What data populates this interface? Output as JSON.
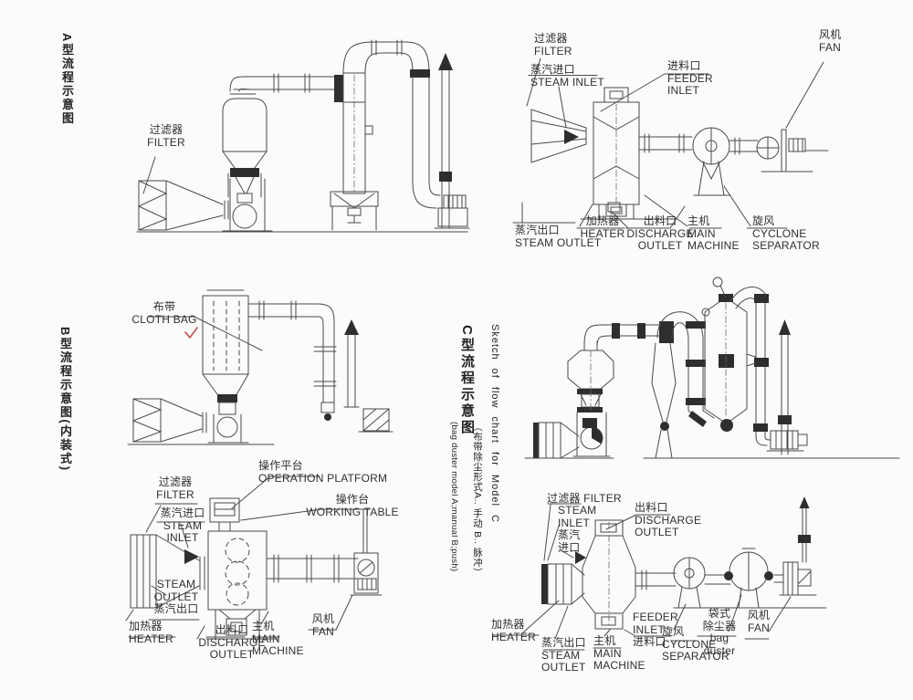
{
  "canvas": {
    "bg": "#fbfbf9",
    "ink_text": "#2f2f2f",
    "ink_line": "#4a4a4a",
    "check_mark_color": "#c0504d"
  },
  "titles": {
    "model_a": "A型流程示意图",
    "model_b": "B型流程示意图(内装式)",
    "model_c_en": "Sketch of flow chart for Model C",
    "model_c_cn": "C型流程示意图",
    "model_c_note_cn": "（布带除尘形式A.. 手动 B.. 脉冲）",
    "model_c_note_en": "(bag duster model A;manual B;push)"
  },
  "labels": {
    "a_filter": "过滤器\nFILTER",
    "tr_filter": "过滤器\nFILTER",
    "tr_steam_inlet": "蒸汽进口\nSTEAM INLET",
    "tr_feeder_inlet": "进料口\nFEEDER\nINLET",
    "tr_fan": "风机\nFAN",
    "tr_steam_outlet": "蒸汽出口\nSTEAM OUTLET",
    "tr_heater": "加热器\nHEATER",
    "tr_discharge": "出料口\nDISCHARGE\nOUTLET",
    "tr_main": "主机\nMAIN\nMACHINE",
    "tr_cyclone": "旋风\nCYCLONE\nSEPARATOR",
    "b_cloth_bag": "布带\nCLOTH BAG",
    "bl_op_platform": "操作平台\nOPERATION PLATFORM",
    "bl_working_table": "操作台\nWORKING TABLE",
    "bl_filter": "过滤器\nFILTER",
    "bl_steam_inlet": "蒸汽进口\nSTEAM\nINLET",
    "bl_steam_outlet": "STEAM\nOUTLET\n蒸汽出口",
    "bl_heater": "加热器\nHEATER",
    "bl_discharge": "出料口\nDISCHARGE\nOUTLET",
    "bl_main": "主机\nMAIN\nMACHINE",
    "bl_fan": "风机\nFAN",
    "c_filter": "过滤器 FILTER",
    "c_steam_inlet": "STEAM\nINLET\n蒸汽\n进口",
    "c_discharge": "出料口\nDISCHARGE\nOUTLET",
    "c_heater": "加热器\nHEATER",
    "c_steam_outlet": "蒸汽出口\nSTEAM\nOUTLET",
    "c_main": "主机\nMAIN\nMACHINE",
    "c_feeder_inlet": "FEEDER\nINLET\n进料口",
    "c_cyclone": "旋风\nCYCLONE\nSEPARATOR",
    "c_bag_duster": "袋式\n除尘器\nbag duster",
    "c_fan": "风机\nFAN"
  }
}
